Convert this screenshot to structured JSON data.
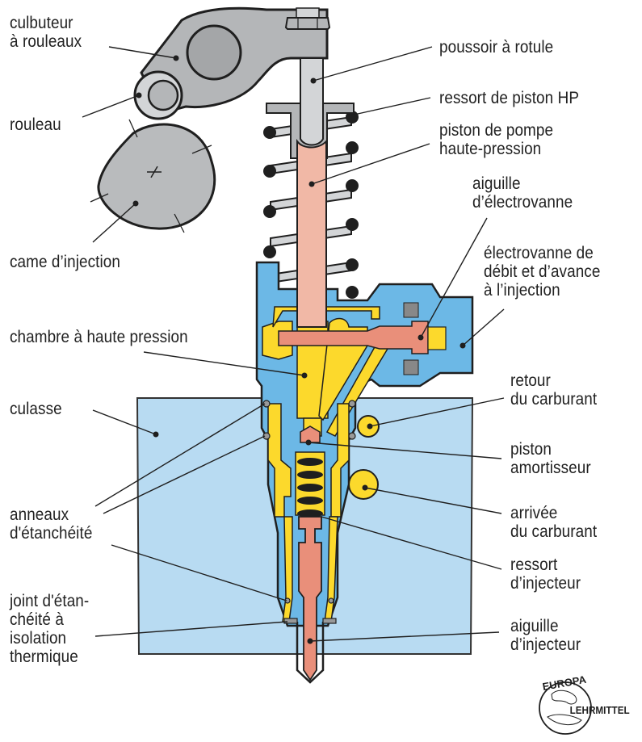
{
  "diagram": {
    "title": "Unit injector (pompe-injecteur) cross-section",
    "colors": {
      "body_blue": "#6cb8e6",
      "culasse_blue": "#b8dbf2",
      "fuel_yellow": "#fcd92c",
      "piston_pink": "#f1b8a6",
      "needle_salmon": "#e98f7a",
      "metal_gray": "#b4b6b8",
      "light_gray": "#d3d5d7",
      "outline": "#1f1f1f"
    },
    "labels": {
      "culbuteur": "culbuteur\nà rouleaux",
      "rouleau": "rouleau",
      "came": "came d’injection",
      "poussoir": "poussoir à rotule",
      "ressort_hp": "ressort de piston HP",
      "piston_pompe": "piston de pompe\nhaute-pression",
      "aiguille_electrovanne": "aiguille\nd’électrovanne",
      "electrovanne": "électrovanne de\ndébit et d’avance\nà l’injection",
      "chambre": "chambre à haute pression",
      "culasse": "culasse",
      "retour": "retour\ndu carburant",
      "piston_amortisseur": "piston\namortisseur",
      "arrivee": "arrivée\ndu carburant",
      "anneaux": "anneaux\nd'étanchéité",
      "ressort_injecteur": "ressort\nd’injecteur",
      "joint": "joint d'étan-\nchéité à\nisolation\nthermique",
      "aiguille_injecteur": "aiguille\nd’injecteur"
    },
    "logo": {
      "top": "EUROPA",
      "right": "LEHRMITTEL"
    }
  }
}
